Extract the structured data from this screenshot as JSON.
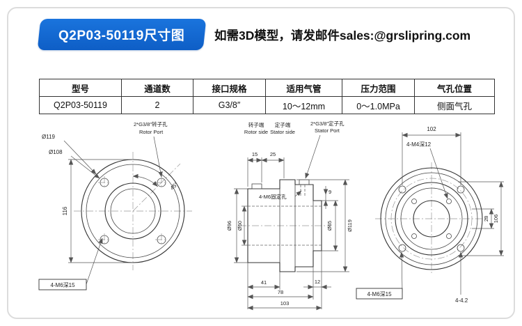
{
  "header": {
    "badge": "Q2P03-50119尺寸图",
    "note": "如需3D模型，请发邮件sales:@grslipring.com"
  },
  "table": {
    "headers": [
      "型号",
      "通道数",
      "接口规格",
      "适用气管",
      "压力范围",
      "气孔位置"
    ],
    "row": [
      "Q2P03-50119",
      "2",
      "G3/8″",
      "10～12mm",
      "0～1.0MPa",
      "侧面气孔"
    ]
  },
  "front_view": {
    "dia_outer": "Ø119",
    "dia_inner": "Ø108",
    "height": "116",
    "angle": "45°",
    "port_cn": "2*G3/8″转子孔",
    "port_en": "Rotor Port",
    "bolt_note": "4-M6深15"
  },
  "section_view": {
    "rotor_cn": "转子端",
    "rotor_en": "Rotor side",
    "stator_cn": "定子端",
    "stator_en": "Stator side",
    "dim_top_1": "15",
    "dim_top_2": "25",
    "port_cn": "2*G3/8″定子孔",
    "port_en": "Stator Port",
    "dia_96": "Ø96",
    "dia_50": "Ø50",
    "fix_note": "4-M6固定孔",
    "dia_65": "Ø65",
    "dia_119": "Ø119",
    "dim_9": "9",
    "dim_41": "41",
    "dim_78": "78",
    "dim_103": "103",
    "dim_12": "12"
  },
  "rear_view": {
    "dim_102": "102",
    "m4_note": "4-M4深12",
    "dim_28": "28",
    "dim_106": "106",
    "m6_note": "4-M6深15",
    "hole_note": "4-4.2"
  }
}
